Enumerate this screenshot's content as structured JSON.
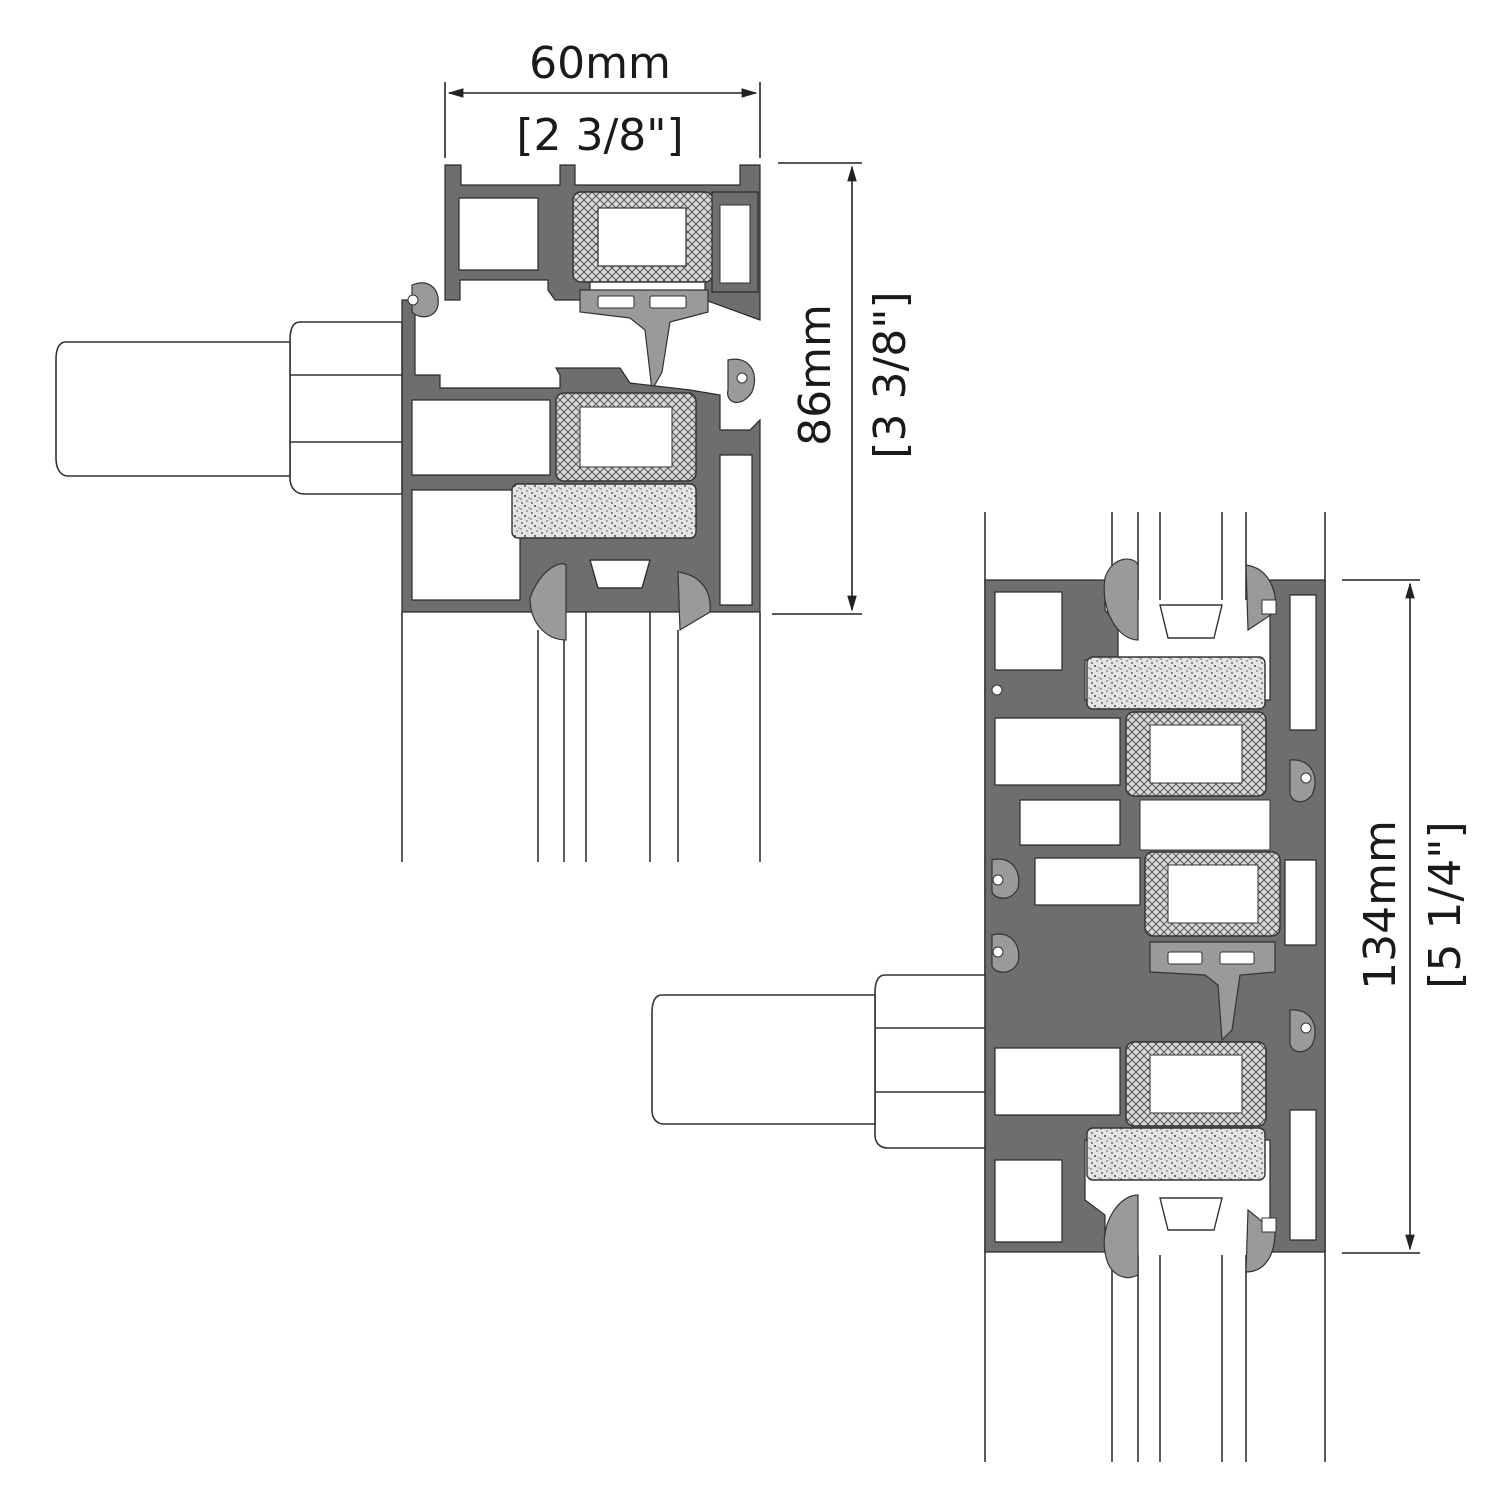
{
  "colors": {
    "profile": "#6e6e6e",
    "outline": "#2a2a2a",
    "gasket": "#9a9a9a",
    "background": "#ffffff"
  },
  "section_60": {
    "width_mm": "60mm",
    "width_in": "[2 3/8\"]",
    "height_mm": "86mm",
    "height_in": "[3 3/8\"]"
  },
  "section_134": {
    "height_mm": "134mm",
    "height_in": "[5 1/4\"]"
  }
}
